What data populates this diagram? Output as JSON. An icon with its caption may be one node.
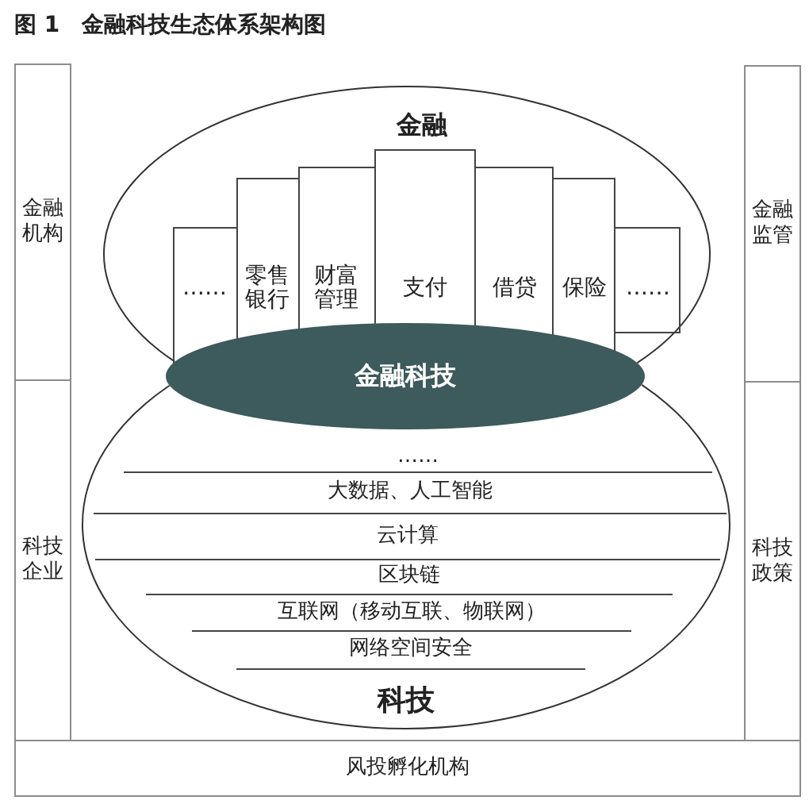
{
  "diagram": {
    "title": "图 1　金融科技生态体系架构图",
    "nodes": [
      {
        "text": [
          "金融机构"
        ]
      },
      {
        "text": [
          "金融"
        ]
      },
      {
        "text": [
          "……"
        ],
        "in": 1
      },
      {
        "text": [
          "零售银行"
        ],
        "in": 1
      },
      {
        "text": [
          "财富管理"
        ],
        "in": 1
      },
      {
        "text": [
          "支付"
        ],
        "in": 1
      },
      {
        "text": [
          "借贷"
        ],
        "in": 1
      },
      {
        "text": [
          "保险"
        ],
        "in": 1
      },
      {
        "text": [
          "……"
        ],
        "in": 1
      },
      {
        "text": [
          "金融监管"
        ]
      },
      {
        "text": [
          "金融科技"
        ]
      },
      {
        "text": [
          "科技企业"
        ]
      },
      {
        "text": [
          "科技"
        ]
      },
      {
        "text": [
          "……"
        ],
        "in": 12
      },
      {
        "text": [
          "大数据、人工智能"
        ],
        "in": 12
      },
      {
        "text": [
          "云计算"
        ],
        "in": 12
      },
      {
        "text": [
          "区块链"
        ],
        "in": 12
      },
      {
        "text": [
          "互联网（移动互联、物联网）"
        ],
        "in": 12
      },
      {
        "text": [
          "网络空间安全"
        ],
        "in": 12
      },
      {
        "text": [
          "科技政策"
        ]
      },
      {
        "text": [
          "风投孵化机构"
        ]
      }
    ]
  }
}
